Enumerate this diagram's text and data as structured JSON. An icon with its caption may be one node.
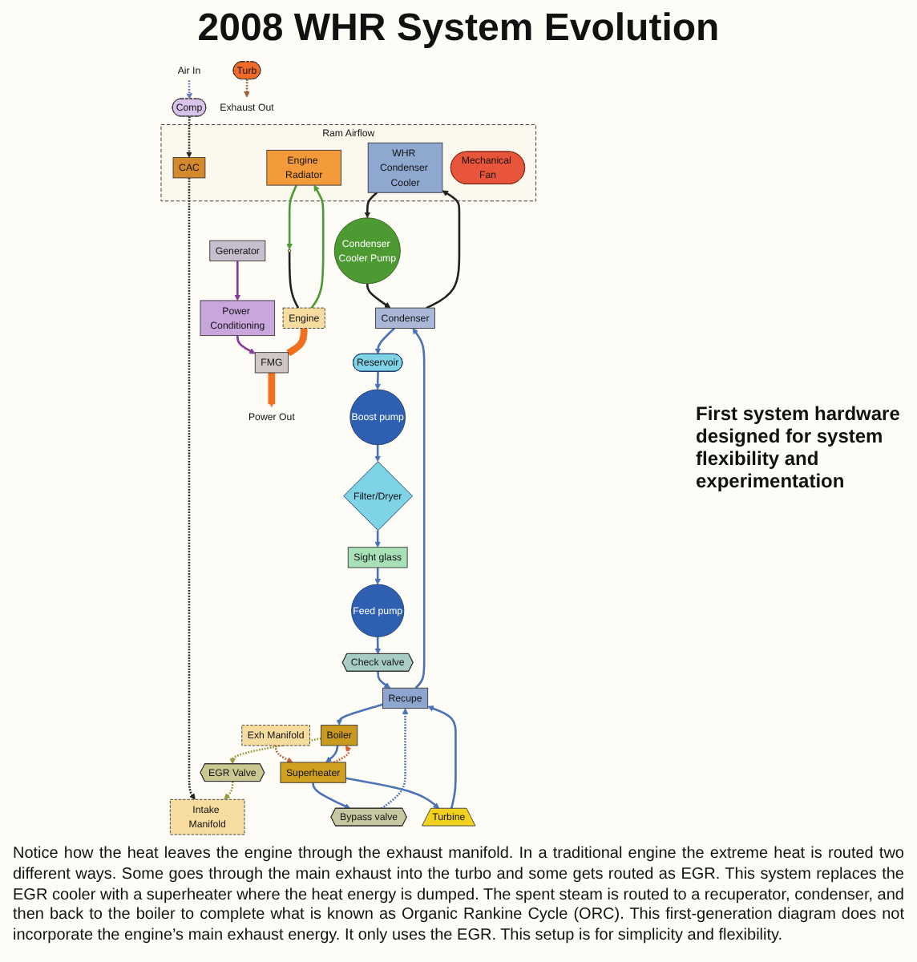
{
  "diagram": {
    "title": "2008 WHR System Evolution",
    "caption": "Notice how the heat leaves the engine through the exhaust manifold. In a traditional engine the extreme heat is routed two different ways. Some goes through the main exhaust into the turbo and some gets routed as EGR. This system replaces the EGR cooler with a superheater where the heat energy is dumped. The spent steam is routed to a recuperator, condenser, and then back to the boiler to complete what is known as Organic Rankine Cycle (ORC). This first-generation diagram does not incorporate the engine’s main exhaust energy. It only uses the EGR. This setup is for simplicity and flexibility.",
    "nodes": [
      {
        "text": [
          "Ram Airflow"
        ]
      },
      {
        "text": [
          "WHR Condenser Cooler"
        ],
        "in": 0
      },
      {
        "text": [
          "CAC"
        ],
        "in": 0
      },
      {
        "text": [
          "Engine Radiator"
        ],
        "in": 0
      },
      {
        "text": [
          "Mechanical Fan"
        ],
        "in": 0
      },
      {
        "text": [
          "Condenser Cooler Pump"
        ]
      },
      {
        "text": [
          "Reservoir"
        ]
      },
      {
        "text": [
          "Boost pump"
        ]
      },
      {
        "text": [
          "Filter/Dryer"
        ]
      },
      {
        "text": [
          "Condenser"
        ]
      },
      {
        "text": [
          "Sight glass"
        ]
      },
      {
        "text": [
          "EGR Valve"
        ]
      },
      {
        "text": [],
        "shape": "circle"
      },
      {
        "text": [
          "Air In"
        ]
      },
      {
        "text": [
          "Intake Manifold"
        ]
      },
      {
        "text": [
          "Engine"
        ]
      },
      {
        "text": [
          "Exh Manifold"
        ]
      },
      {
        "text": [
          "Comp"
        ]
      },
      {
        "text": [
          "Turb"
        ]
      },
      {
        "text": [
          "Boiler"
        ]
      },
      {
        "text": [
          "Recupe"
        ]
      },
      {
        "text": [
          "Check valve"
        ]
      },
      {
        "text": [
          "Feed pump"
        ]
      },
      {
        "text": [
          "Superheater"
        ]
      },
      {
        "text": [
          "Bypass valve"
        ]
      },
      {
        "text": [
          "Turbine"
        ]
      },
      {
        "text": [
          "Generator"
        ]
      },
      {
        "text": [
          "FMG"
        ]
      },
      {
        "text": [
          "Power Conditioning"
        ]
      },
      {
        "text": [
          "Power Out"
        ]
      },
      {
        "text": [
          "Exhaust Out"
        ]
      }
    ],
    "edges": [
      {
        "from": 9,
        "to": 1,
        "arrow": "to",
        "color": "#222222"
      },
      {
        "from": 1,
        "to": 5,
        "arrow": "to",
        "color": "#222222"
      },
      {
        "from": 5,
        "to": 9,
        "arrow": "to",
        "color": "#222222"
      },
      {
        "from": 2,
        "to": 14,
        "arrow": "to",
        "style": "dashed",
        "color": "#222222"
      },
      {
        "from": 17,
        "to": 2,
        "arrow": "to",
        "style": "dashed",
        "color": "#222222"
      },
      {
        "from": 3,
        "to": 12,
        "arrow": "to",
        "color": "#4e9a32"
      },
      {
        "from": 15,
        "to": 3,
        "arrow": "to",
        "color": "#4e9a32"
      },
      {
        "from": 12,
        "to": 15,
        "arrow": "none",
        "color": "#222222"
      },
      {
        "from": 19,
        "to": 11,
        "arrow": "to",
        "style": "dashed",
        "color": "#9a9a3a"
      },
      {
        "from": 11,
        "to": 14,
        "arrow": "to",
        "style": "dashed",
        "color": "#9a9a3a"
      },
      {
        "from": 13,
        "to": 17,
        "arrow": "to",
        "style": "dashed",
        "color": "#6a7ac0"
      },
      {
        "from": 18,
        "to": 30,
        "arrow": "to",
        "style": "dashed",
        "color": "#a0603a"
      },
      {
        "from": 16,
        "to": 23,
        "arrow": "to",
        "style": "dashed",
        "color": "#c06040"
      },
      {
        "from": 23,
        "to": 19,
        "arrow": "to",
        "style": "dashed",
        "color": "#e05a30"
      },
      {
        "from": 19,
        "to": 23,
        "arrow": "to"
      },
      {
        "from": 20,
        "to": 19,
        "arrow": "to"
      },
      {
        "from": 20,
        "to": 9,
        "arrow": "to"
      },
      {
        "from": 9,
        "to": 6,
        "arrow": "to"
      },
      {
        "from": 6,
        "to": 7,
        "arrow": "to"
      },
      {
        "from": 7,
        "to": 8,
        "arrow": "to"
      },
      {
        "from": 8,
        "to": 10,
        "arrow": "to"
      },
      {
        "from": 10,
        "to": 22,
        "arrow": "to"
      },
      {
        "from": 22,
        "to": 21,
        "arrow": "to"
      },
      {
        "from": 21,
        "to": 20,
        "arrow": "to"
      },
      {
        "from": 23,
        "to": 24,
        "arrow": "to"
      },
      {
        "from": 23,
        "to": 25,
        "arrow": "to"
      },
      {
        "from": 24,
        "to": 20,
        "arrow": "to",
        "style": "dashed"
      },
      {
        "from": 25,
        "to": 20,
        "arrow": "to"
      },
      {
        "from": 26,
        "to": 28,
        "arrow": "to",
        "color": "#8a3a9a"
      },
      {
        "from": 28,
        "to": 27,
        "arrow": "to",
        "color": "#8a3a9a"
      },
      {
        "from": 15,
        "to": 27,
        "arrow": "none",
        "style": "thick",
        "color": "#f07020"
      },
      {
        "from": 27,
        "to": 29,
        "arrow": "to",
        "style": "thick",
        "color": "#f07020"
      }
    ],
    "labels": [
      "First system hardware designed for system flexibility and experimentation"
    ]
  }
}
